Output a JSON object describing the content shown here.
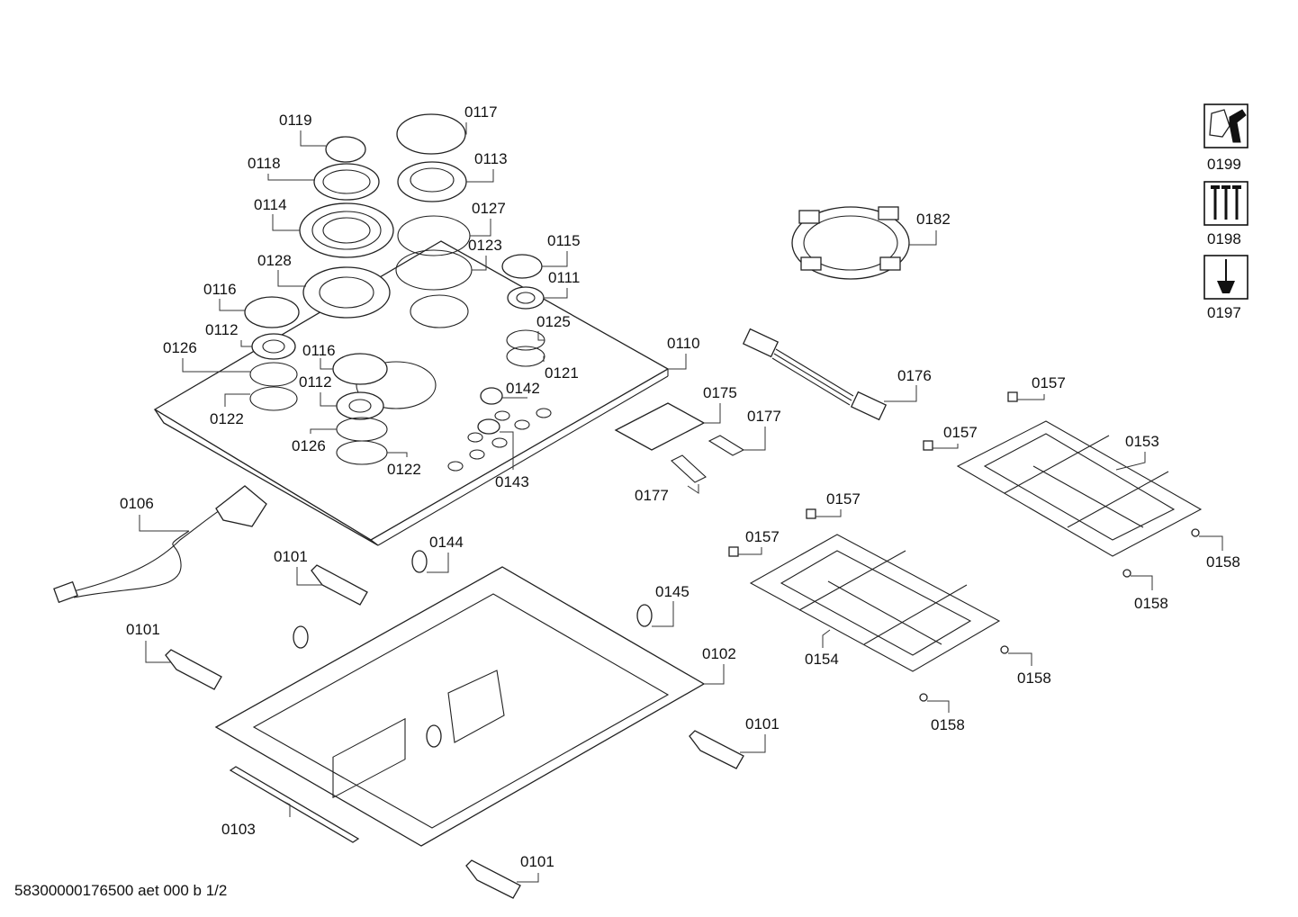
{
  "labels": {
    "p0101": "0101",
    "p0102": "0102",
    "p0103": "0103",
    "p0106": "0106",
    "p0110": "0110",
    "p0111": "0111",
    "p0112": "0112",
    "p0113": "0113",
    "p0114": "0114",
    "p0115": "0115",
    "p0116": "0116",
    "p0117": "0117",
    "p0118": "0118",
    "p0119": "0119",
    "p0121": "0121",
    "p0122": "0122",
    "p0123": "0123",
    "p0125": "0125",
    "p0126": "0126",
    "p0127": "0127",
    "p0128": "0128",
    "p0142": "0142",
    "p0143": "0143",
    "p0144": "0144",
    "p0145": "0145",
    "p0153": "0153",
    "p0154": "0154",
    "p0157": "0157",
    "p0158": "0158",
    "p0175": "0175",
    "p0176": "0176",
    "p0177": "0177",
    "p0182": "0182",
    "p0197": "0197",
    "p0198": "0198",
    "p0199": "0199"
  },
  "footer": {
    "document_code": "58300000176500 aet 000 b 1/2"
  },
  "icons": {
    "tool_0199": "wrench-icon",
    "tool_0198": "screws-icon",
    "tool_0197": "screwdriver-icon"
  }
}
